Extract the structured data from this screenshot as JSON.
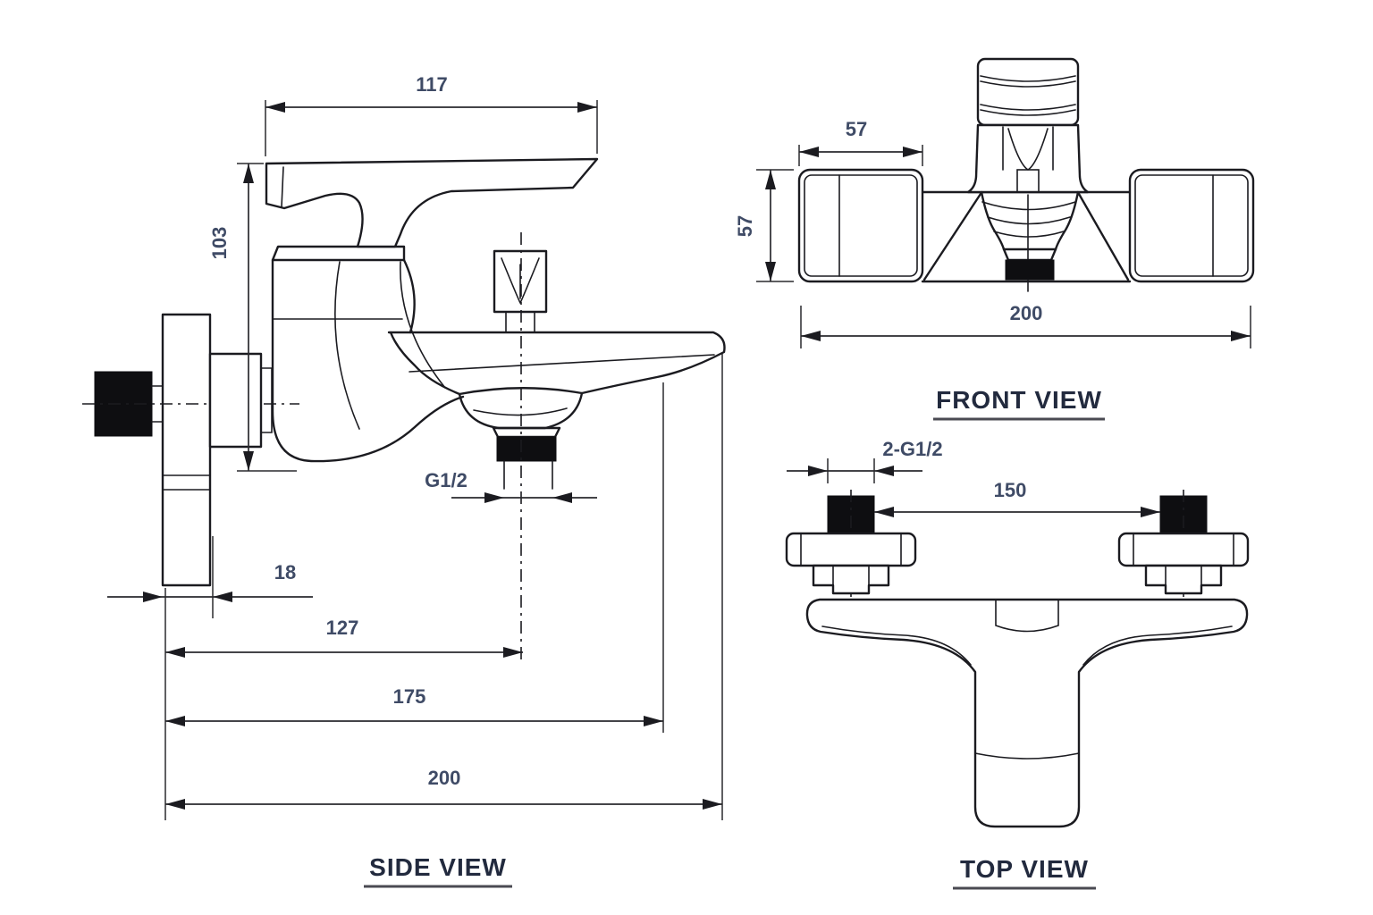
{
  "drawing": {
    "side": {
      "title": "SIDE VIEW",
      "dim_117": "117",
      "dim_103": "103",
      "dim_18": "18",
      "dim_127": "127",
      "dim_175": "175",
      "dim_200": "200",
      "dim_g12": "G1/2"
    },
    "front": {
      "title": "FRONT VIEW",
      "dim_57_width": "57",
      "dim_57_height": "57",
      "dim_200": "200"
    },
    "top": {
      "title": "TOP VIEW",
      "dim_2g12": "2-G1/2",
      "dim_150": "150"
    },
    "colors": {
      "line": "#1b1b20",
      "dimension_text": "#3f4b66",
      "title_text": "#222a3e"
    }
  }
}
